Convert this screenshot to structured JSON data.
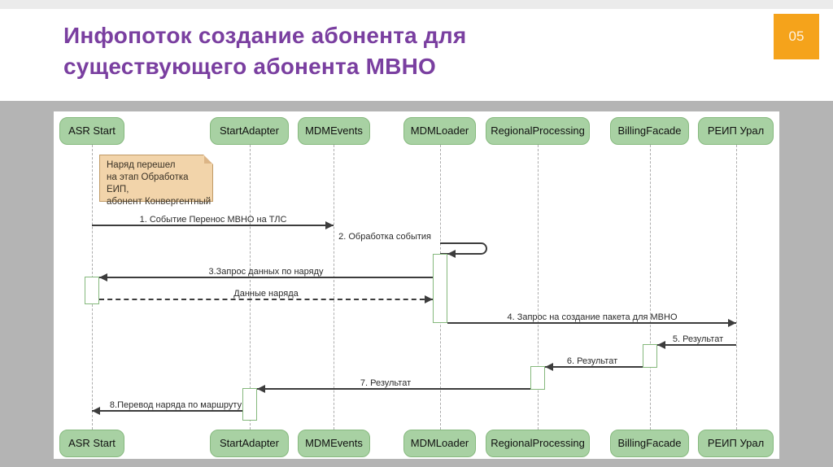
{
  "slide": {
    "title_line1": "Инфопоток создание абонента для",
    "title_line2": "существующего абонента МВНО",
    "page_number": "05"
  },
  "colors": {
    "accent_purple": "#7a3fa0",
    "badge_orange": "#f5a31b",
    "page_bg_gray": "#b4b4b4",
    "topstrip_gray": "#ebebeb",
    "participant_fill": "#a8d1a3",
    "participant_border": "#86b97e",
    "note_fill": "#f2d4aa",
    "note_border": "#c09a66",
    "activation_border": "#85b87c",
    "arrow_color": "#3c3c3c",
    "lifeline_gray": "#adadad"
  },
  "diagram": {
    "type": "uml-sequence",
    "participants": [
      {
        "name": "ASR Start"
      },
      {
        "name": "StartAdapter"
      },
      {
        "name": "MDMEvents"
      },
      {
        "name": "MDMLoader"
      },
      {
        "name": "RegionalProcessing"
      },
      {
        "name": "BillingFacade"
      },
      {
        "name": "РЕИП Урал"
      }
    ],
    "note": {
      "line1": "Наряд перешел",
      "line2": "на этап Обработка ЕИП,",
      "line3": "абонент Конвергентный",
      "attached_to": "ASR Start"
    },
    "messages": [
      {
        "label": "1. Событие Перенос МВНО на ТЛС",
        "from": "ASR Start",
        "to": "MDMEvents",
        "style": "solid"
      },
      {
        "label": "2. Обработка события",
        "from": "MDMLoader",
        "to": "MDMLoader",
        "style": "self"
      },
      {
        "label": "3.Запрос данных по наряду",
        "from": "MDMLoader",
        "to": "ASR Start",
        "style": "solid"
      },
      {
        "label": "Данные наряда",
        "from": "ASR Start",
        "to": "MDMLoader",
        "style": "dashed-return"
      },
      {
        "label": "4. Запрос на создание пакета для МВНО",
        "from": "MDMLoader",
        "to": "РЕИП Урал",
        "style": "solid"
      },
      {
        "label": "5. Результат",
        "from": "РЕИП Урал",
        "to": "BillingFacade",
        "style": "solid"
      },
      {
        "label": "6. Результат",
        "from": "BillingFacade",
        "to": "RegionalProcessing",
        "style": "solid"
      },
      {
        "label": "7. Результат",
        "from": "RegionalProcessing",
        "to": "StartAdapter",
        "style": "solid"
      },
      {
        "label": "8.Перевод наряда по маршруту",
        "from": "StartAdapter",
        "to": "ASR Start",
        "style": "solid"
      }
    ]
  }
}
